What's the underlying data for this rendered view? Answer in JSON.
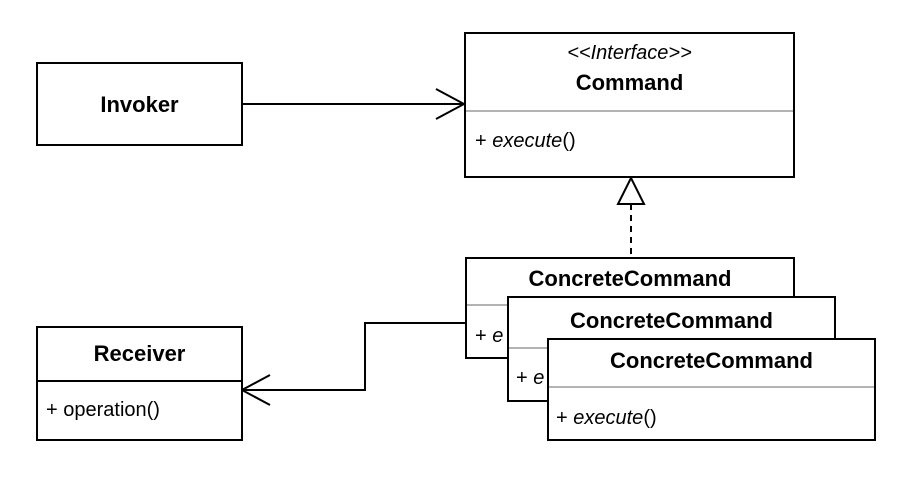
{
  "colors": {
    "line": "#000000",
    "separator": "#9a9a9a",
    "box_fill": "#ffffff"
  },
  "invoker": {
    "name": "Invoker"
  },
  "command": {
    "stereotype": "<<Interface>>",
    "name": "Command",
    "method_prefix": "+ ",
    "method_name": "execute",
    "method_suffix": "()"
  },
  "concrete_commands": [
    {
      "name": "ConcreteCommand",
      "method_prefix": "+ ",
      "method_name": "e",
      "method_suffix": ""
    },
    {
      "name": "ConcreteCommand",
      "method_prefix": "+ ",
      "method_name": "e",
      "method_suffix": ""
    },
    {
      "name": "ConcreteCommand",
      "method_prefix": "+ ",
      "method_name": "execute",
      "method_suffix": "()"
    }
  ],
  "receiver": {
    "name": "Receiver",
    "method": "+ operation()"
  }
}
